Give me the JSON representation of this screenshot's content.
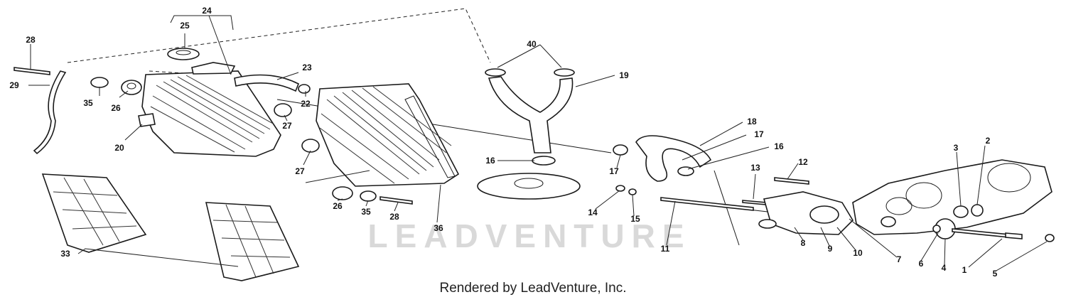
{
  "watermark": "LEADVENTURE",
  "footer": "Rendered by LeadVenture, Inc.",
  "callouts": {
    "c1": "1",
    "c2": "2",
    "c3": "3",
    "c4": "4",
    "c5": "5",
    "c6": "6",
    "c7": "7",
    "c8": "8",
    "c9": "9",
    "c10": "10",
    "c11": "11",
    "c12": "12",
    "c13": "13",
    "c14": "14",
    "c15": "15",
    "c16a": "16",
    "c16b": "16",
    "c17a": "17",
    "c17b": "17",
    "c18": "18",
    "c19": "19",
    "c20": "20",
    "c22": "22",
    "c23": "23",
    "c24": "24",
    "c25": "25",
    "c26a": "26",
    "c26b": "26",
    "c27a": "27",
    "c27b": "27",
    "c28a": "28",
    "c28b": "28",
    "c29": "29",
    "c33": "33",
    "c35a": "35",
    "c35b": "35",
    "c36": "36",
    "c40": "40"
  }
}
